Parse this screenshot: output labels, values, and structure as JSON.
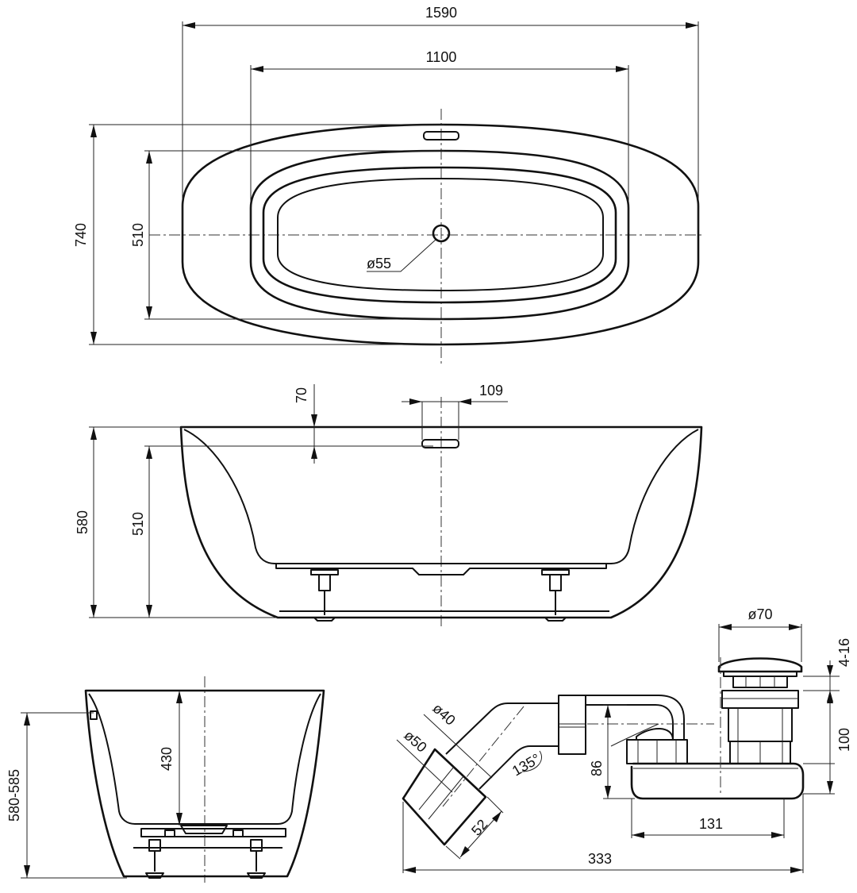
{
  "top_view": {
    "overall_length": "1590",
    "inner_length": "1100",
    "overall_width": "740",
    "inner_width": "510",
    "drain_diameter": "ø55"
  },
  "side_view": {
    "overflow_depth": "70",
    "overflow_width": "109",
    "overall_height": "580",
    "inner_depth": "510"
  },
  "end_view": {
    "inner_depth": "430",
    "total_height_range": "580-585"
  },
  "siphon": {
    "plug_diameter": "ø70",
    "plug_adjust": "4-16",
    "drain_height": "100",
    "outlet_height": "86",
    "pipe_diameter_inner": "ø40",
    "pipe_diameter_outer": "ø50",
    "elbow_angle": "135°",
    "outlet_length": "52",
    "trap_length": "131",
    "total_length": "333"
  },
  "colors": {
    "line": "#111111",
    "background": "#ffffff"
  }
}
